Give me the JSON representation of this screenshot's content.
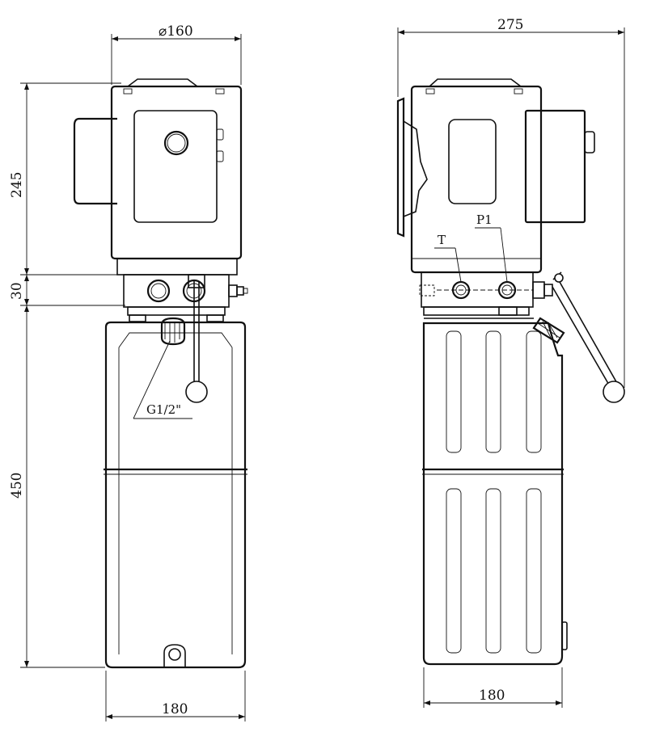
{
  "dimensions": {
    "diameter_top": "⌀160",
    "width_right_top": "275",
    "height_motor": "245",
    "height_valve": "30",
    "height_tank": "450",
    "width_left_bottom": "180",
    "width_right_bottom": "180"
  },
  "ports": {
    "left_port": "G1/2\"",
    "tank_port": "T",
    "pressure_port": "P1"
  }
}
